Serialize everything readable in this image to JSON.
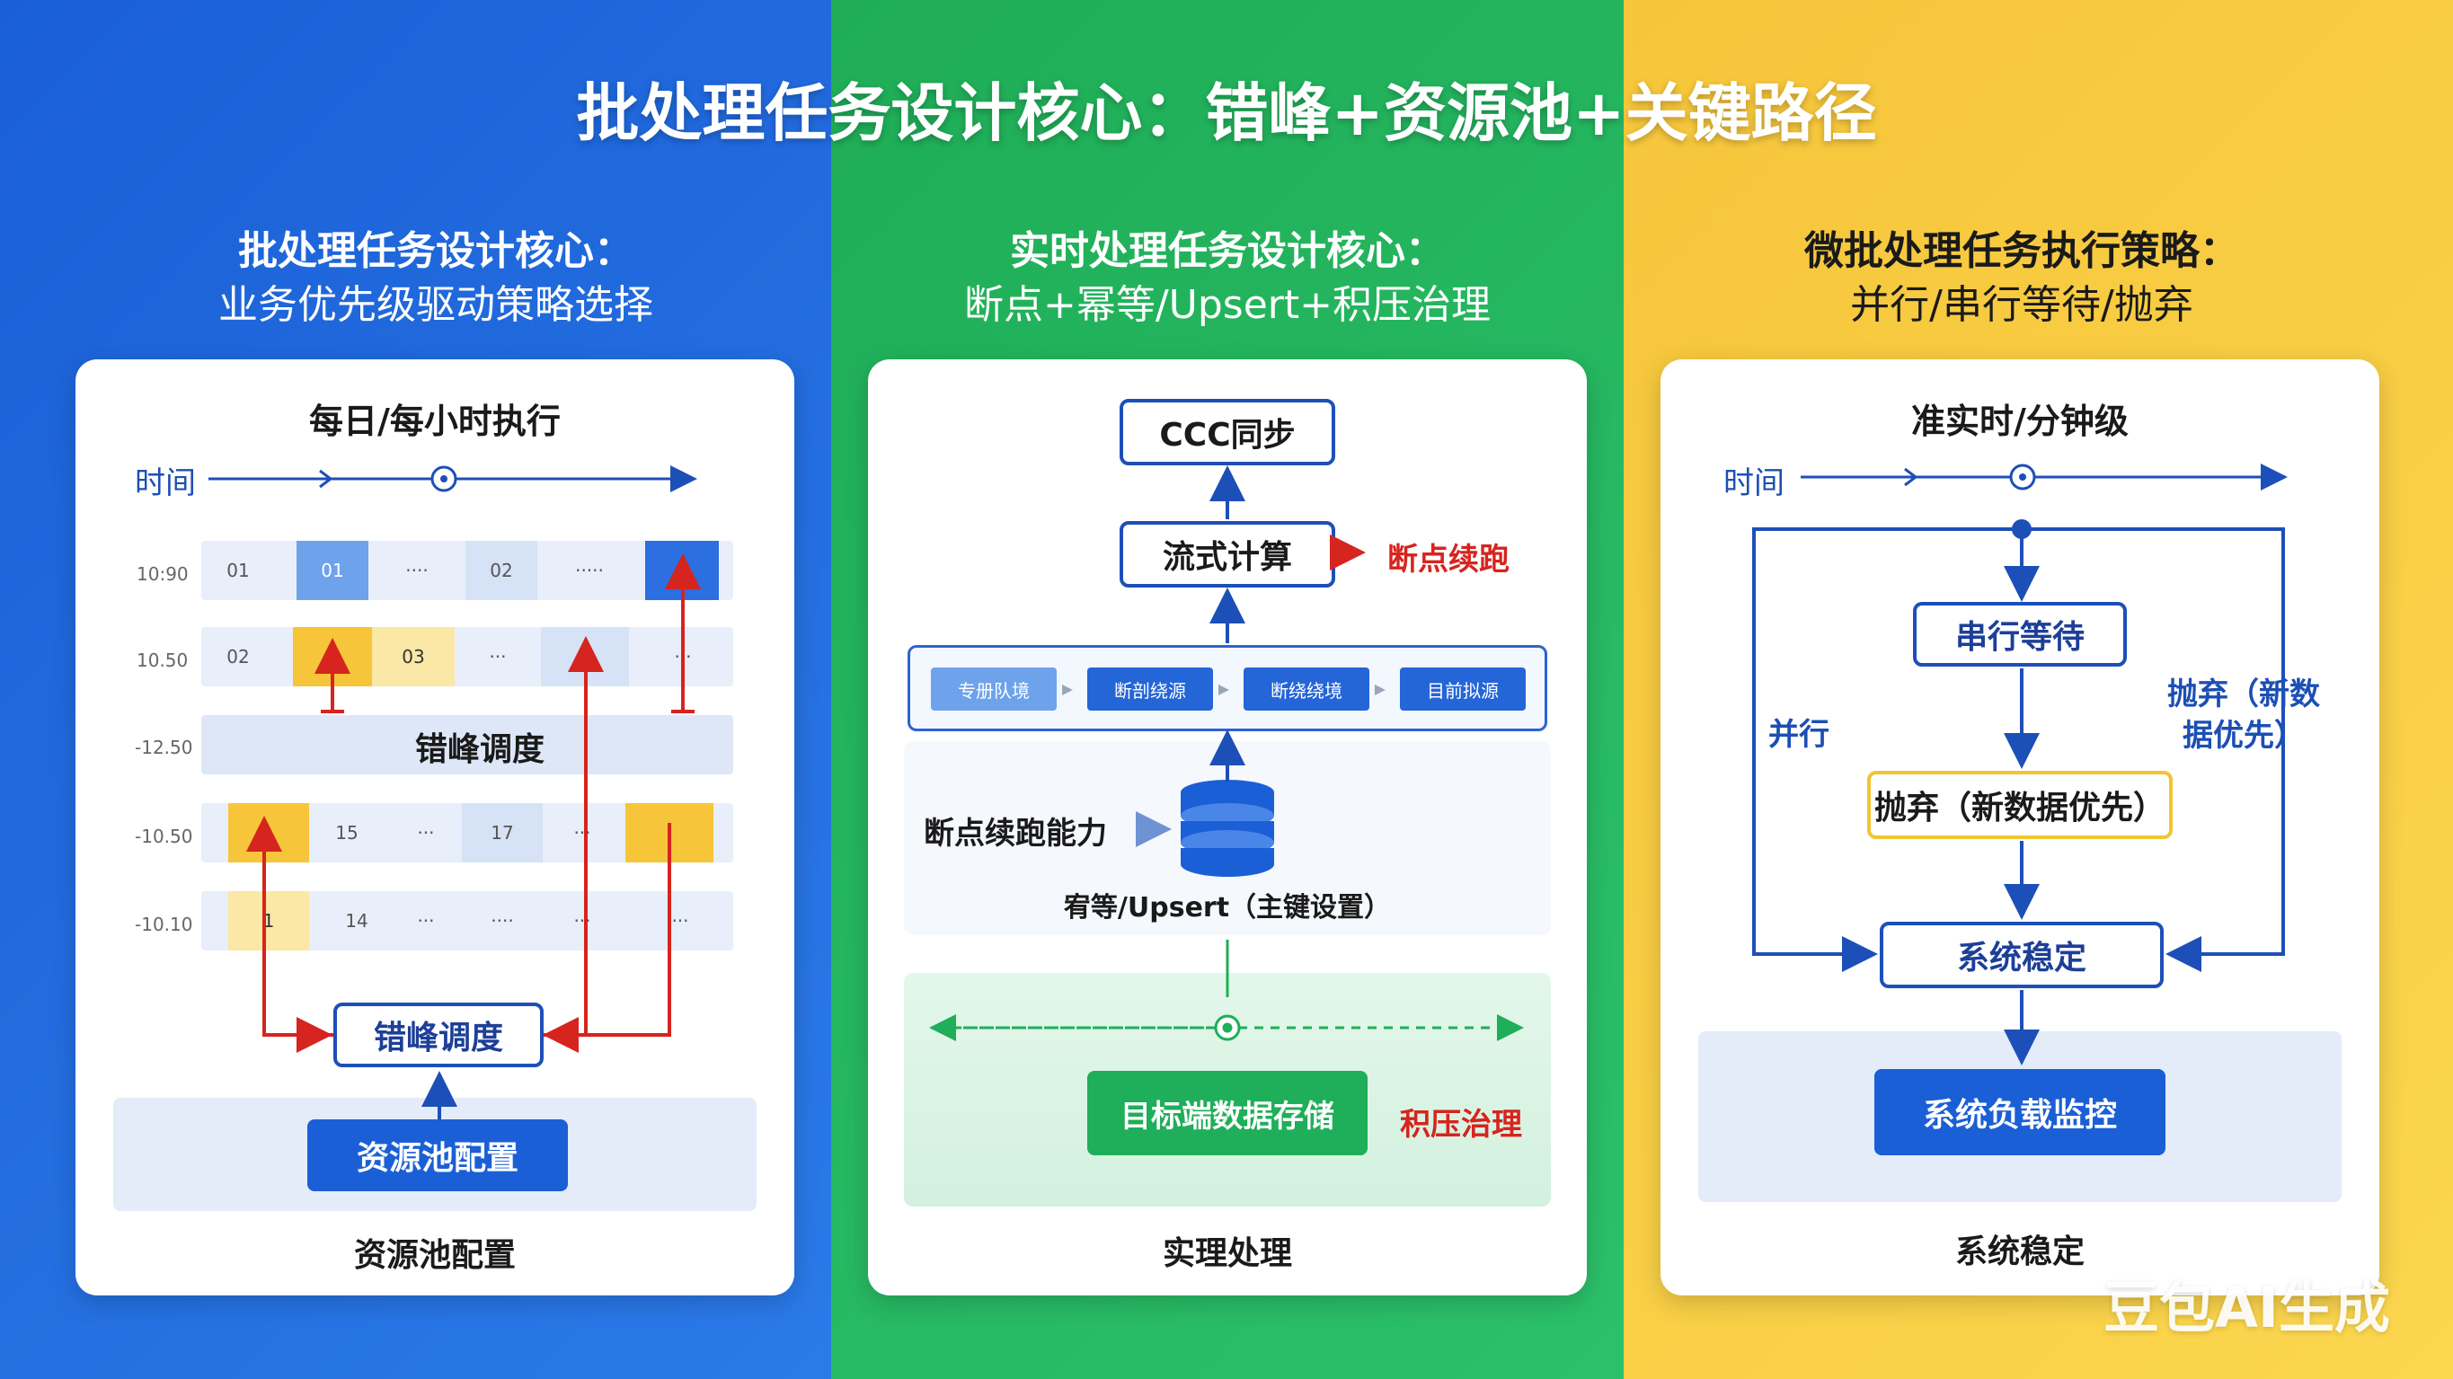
{
  "title": "批处理任务设计核心：错峰+资源池+关键路径",
  "colors": {
    "blue": "#1a5fd6",
    "green": "#1fad57",
    "yellow": "#f6c53a",
    "red": "#d6241e",
    "navy": "#1d4fb8"
  },
  "panel1": {
    "heading_line1": "批处理任务设计核心：",
    "heading_line2": "业务优先级驱动策略选择",
    "subtitle": "每日/每小时执行",
    "time_label": "时间",
    "row_labels": [
      "10:90",
      "10.50",
      "-12.50",
      "-10.50",
      "-10.10"
    ],
    "row1": [
      "01",
      "01",
      "····",
      "02",
      "·····",
      ""
    ],
    "row2": [
      "02",
      "",
      "03",
      "···",
      "",
      "···"
    ],
    "row4": [
      "",
      "15",
      "···",
      "17",
      "···",
      ""
    ],
    "row5": [
      "1",
      "14",
      "···",
      "····",
      "···",
      "···"
    ],
    "band_label": "错峰调度",
    "sched_box": "错峰调度",
    "pool_button": "资源池配置",
    "footer": "资源池配置"
  },
  "panel2": {
    "heading_line1": "实时处理任务设计核心：",
    "heading_line2": "断点+幂等/Upsert+积压治理",
    "ccc_box": "CCC同步",
    "stream_box": "流式计算",
    "resume_label": "断点续跑",
    "steps": [
      "专册队境",
      "断剖绕源",
      "断绕绕境",
      "目前拟源"
    ],
    "capability_label": "断点续跑能力",
    "db_caption": "宥等/Upsert（主键设置）",
    "storage_button": "目标端数据存储",
    "backlog_label": "积压治理",
    "footer": "实理处理"
  },
  "panel3": {
    "heading_line1": "微批处理任务执行策略：",
    "heading_line2": "并行/串行等待/抛弃",
    "subtitle": "准实时/分钟级",
    "time_label": "时间",
    "serial_box": "串行等待",
    "parallel_label": "并行",
    "discard_right_line1": "抛弃（新数",
    "discard_right_line2": "据优先）",
    "discard_box": "抛弃（新数据优先）",
    "stable_box": "系统稳定",
    "monitor_button": "系统负载监控",
    "footer": "系统稳定"
  },
  "watermark": "豆包AI生成"
}
